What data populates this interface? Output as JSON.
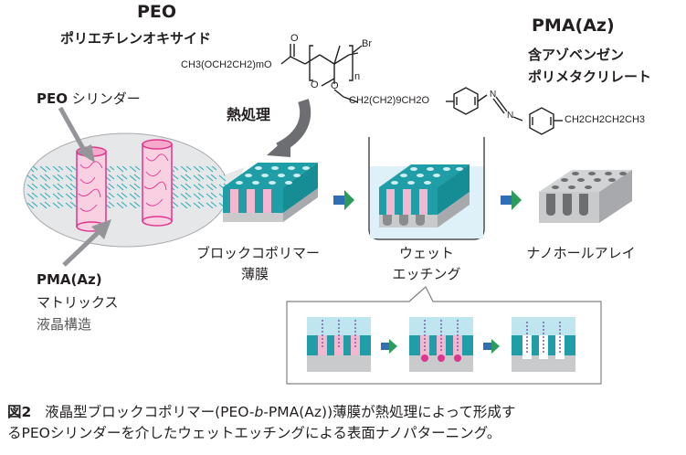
{
  "peo": {
    "title": "PEO",
    "subtitle": "ポリエチレンオキサイド"
  },
  "pma": {
    "title": "PMA(Az)",
    "subtitle_line1": "含アゾベンゼン",
    "subtitle_line2": "ポリメタクリレート"
  },
  "chem": {
    "left_group": "CH3(OCH2CH2)mO",
    "end_group": "Br",
    "subscript_n": "n",
    "spacer": "CH2(CH2)9CH2O",
    "tail": "CH2CH2CH2CH3",
    "oxygen": "O"
  },
  "heat_label": "熱処理",
  "peo_cylinder_label": {
    "bold": "PEO",
    "rest": " シリンダー"
  },
  "matrix_label": {
    "title": "PMA(Az)",
    "line2": "マトリックス",
    "line3": "液晶構造"
  },
  "stages": [
    {
      "line1": "ブロックコポリマー",
      "line2": "薄膜"
    },
    {
      "line1": "ウェット",
      "line2": "エッチング"
    },
    {
      "line1": "ナノホールアレイ",
      "line2": ""
    }
  ],
  "caption": {
    "figure_number": "図2",
    "text_part1": "液晶型ブロックコポリマー(PEO-",
    "italic_b": "b",
    "text_part2": "-PMA(Az))薄膜が熱処理によって形成す",
    "line2": "るPEOシリンダーを介したウェットエッチングによる表面ナノパターニング。"
  },
  "colors": {
    "teal": "#1f9ea7",
    "pink": "#f4b7cf",
    "cylinder": "#e0358f",
    "arrow_blue": "#2f6fb5",
    "arrow_green": "#2a9d5a",
    "gray": "#bdbfc1"
  }
}
